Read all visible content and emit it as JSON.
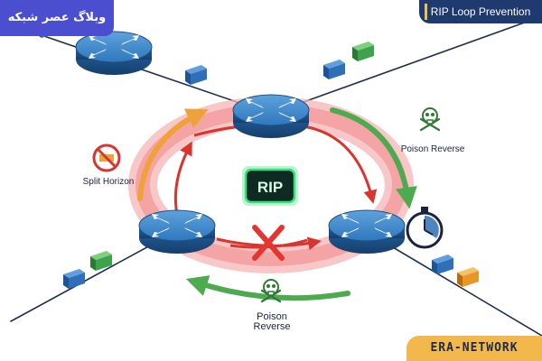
{
  "header": {
    "blog_badge": "وبلاگ عصر شبکه",
    "topic_badge": "RIP Loop Prevention"
  },
  "labels": {
    "split_horizon": "Split Horizon",
    "poison_reverse_right": "Poison Reverse",
    "poison_reverse_bottom_line1": "Poison",
    "poison_reverse_bottom_line2": "Reverse",
    "rip_center": "RIP"
  },
  "footer": {
    "brand_badge": "ERA-NETWORK"
  },
  "icons": {
    "router": "router-icon",
    "poison": "skull-crossbones-icon",
    "split_horizon": "prohibited-icon",
    "timer": "stopwatch-icon",
    "blocked": "red-x-icon",
    "packet": "packet-icon"
  },
  "colors": {
    "router_top": "#3f86c6",
    "router_side": "#1d4f86",
    "loop_ring": "#f26b6b",
    "loop_arrow": "#d8352f",
    "arrow_orange": "#f0a23a",
    "arrow_green": "#4caa4f",
    "rip_glow": "#39e07a",
    "blocked_x": "#e2362f",
    "packet_blue": "#2f6fb5",
    "packet_green": "#3fa34d",
    "packet_orange": "#e8962a"
  }
}
